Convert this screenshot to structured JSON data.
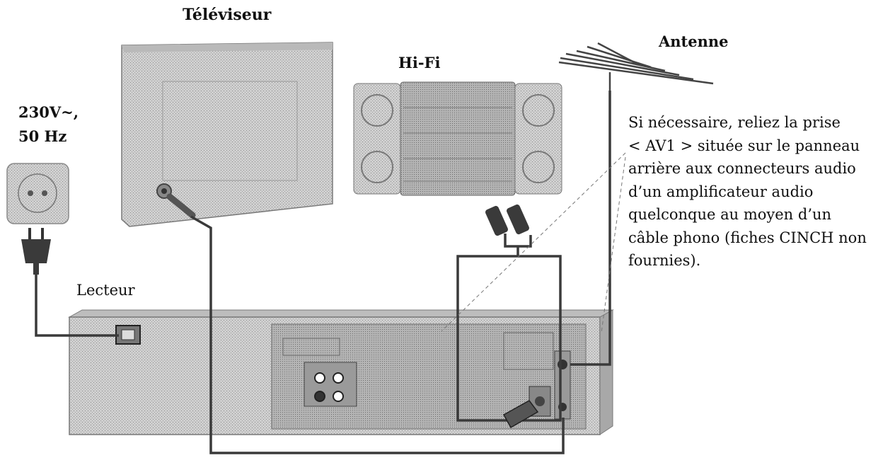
{
  "labels": {
    "tv": "Téléviseur",
    "hifi": "Hi-Fi",
    "antenna": "Antenne",
    "power_line1": "230V~,",
    "power_line2": "50 Hz",
    "player": "Lecteur"
  },
  "note_lines": [
    "Si nécessaire, reliez la prise",
    "< AV1 > située sur le panneau",
    "arrière aux connecteurs audio",
    "d’un amplificateur audio",
    "quelconque au moyen d’un",
    "câble phono (fiches CINCH non",
    "fournies)."
  ],
  "colors": {
    "device_fill": "#c9c9c9",
    "panel_fill": "#a9a9a9",
    "cable": "#3a3a3a",
    "text": "#111111"
  }
}
